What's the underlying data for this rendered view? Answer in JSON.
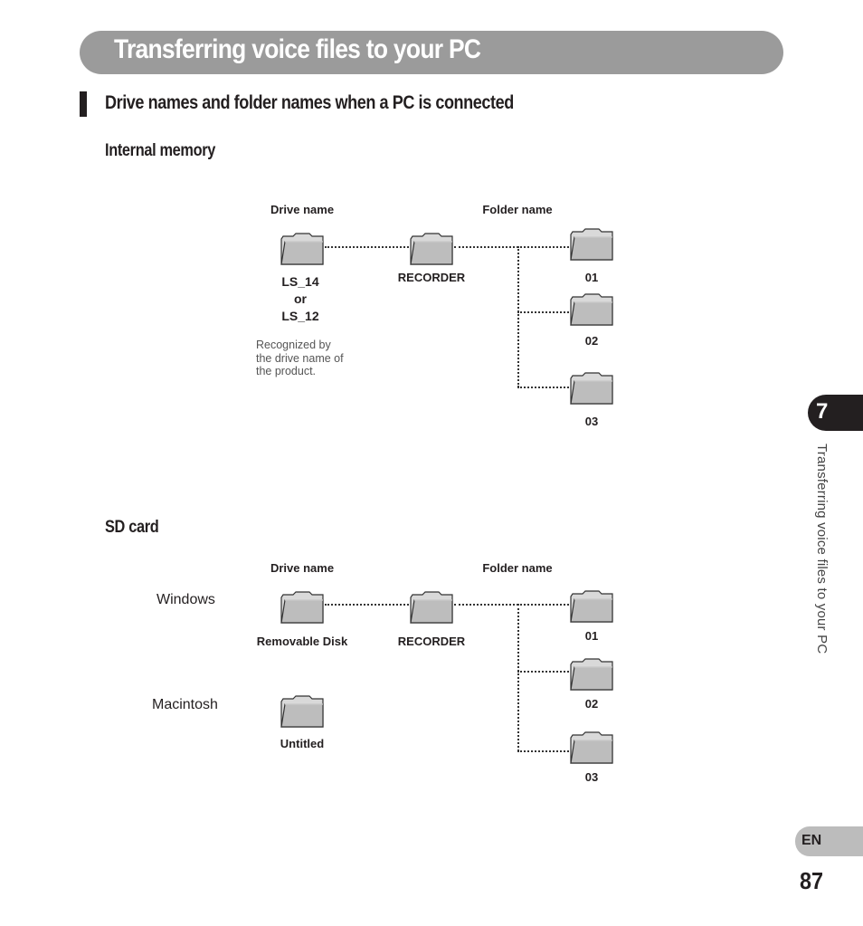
{
  "header": {
    "title": "Transferring voice files to your PC"
  },
  "section": {
    "heading": "Drive names and folder names when a PC is connected"
  },
  "internal": {
    "heading": "Internal memory",
    "drive_name_label": "Drive name",
    "folder_name_label": "Folder name",
    "drive_line1": "LS_14",
    "drive_line2": "or",
    "drive_line3": "LS_12",
    "note_line1": "Recognized by",
    "note_line2": "the drive name of",
    "note_line3": "the product.",
    "root_folder": "RECORDER",
    "subfolders": [
      "01",
      "02",
      "03"
    ]
  },
  "sdcard": {
    "heading": "SD card",
    "drive_name_label": "Drive name",
    "folder_name_label": "Folder name",
    "windows_label": "Windows",
    "mac_label": "Macintosh",
    "windows_drive": "Removable Disk",
    "mac_drive": "Untitled",
    "root_folder": "RECORDER",
    "subfolders": [
      "01",
      "02",
      "03"
    ]
  },
  "sidebar": {
    "chapter_number": "7",
    "chapter_title": "Transferring voice files to your PC",
    "language": "EN"
  },
  "footer": {
    "page_number": "87"
  },
  "icons": {
    "folder": "folder-icon"
  },
  "colors": {
    "title_bar": "#9b9b9b",
    "lang_tab": "#bcbcbc",
    "chapter_tab": "#231f20"
  }
}
